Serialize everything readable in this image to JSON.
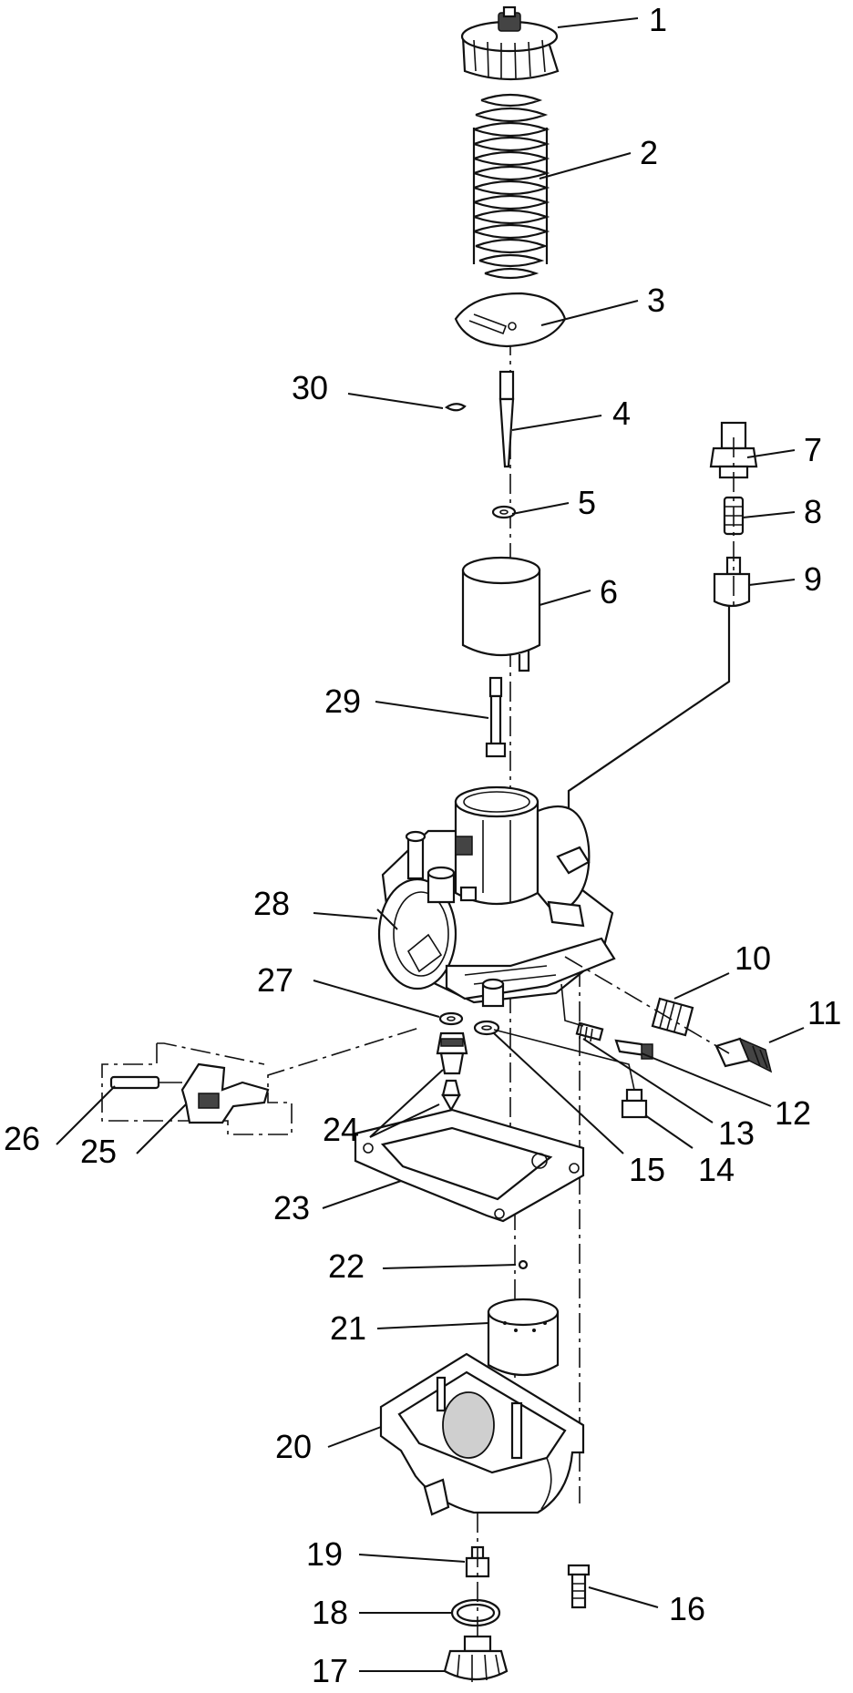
{
  "diagram": {
    "callouts": [
      {
        "id": "c1",
        "text": "1"
      },
      {
        "id": "c2",
        "text": "2"
      },
      {
        "id": "c3",
        "text": "3"
      },
      {
        "id": "c4",
        "text": "4"
      },
      {
        "id": "c5",
        "text": "5"
      },
      {
        "id": "c6",
        "text": "6"
      },
      {
        "id": "c7",
        "text": "7"
      },
      {
        "id": "c8",
        "text": "8"
      },
      {
        "id": "c9",
        "text": "9"
      },
      {
        "id": "c10",
        "text": "10"
      },
      {
        "id": "c11",
        "text": "11"
      },
      {
        "id": "c12",
        "text": "12"
      },
      {
        "id": "c13",
        "text": "13"
      },
      {
        "id": "c14",
        "text": "14"
      },
      {
        "id": "c15",
        "text": "15"
      },
      {
        "id": "c16",
        "text": "16"
      },
      {
        "id": "c17",
        "text": "17"
      },
      {
        "id": "c18",
        "text": "18"
      },
      {
        "id": "c19",
        "text": "19"
      },
      {
        "id": "c20",
        "text": "20"
      },
      {
        "id": "c21",
        "text": "21"
      },
      {
        "id": "c22",
        "text": "22"
      },
      {
        "id": "c23",
        "text": "23"
      },
      {
        "id": "c24",
        "text": "24"
      },
      {
        "id": "c25",
        "text": "25"
      },
      {
        "id": "c26",
        "text": "26"
      },
      {
        "id": "c27",
        "text": "27"
      },
      {
        "id": "c28",
        "text": "28"
      },
      {
        "id": "c29",
        "text": "29"
      },
      {
        "id": "c30",
        "text": "30"
      }
    ]
  }
}
